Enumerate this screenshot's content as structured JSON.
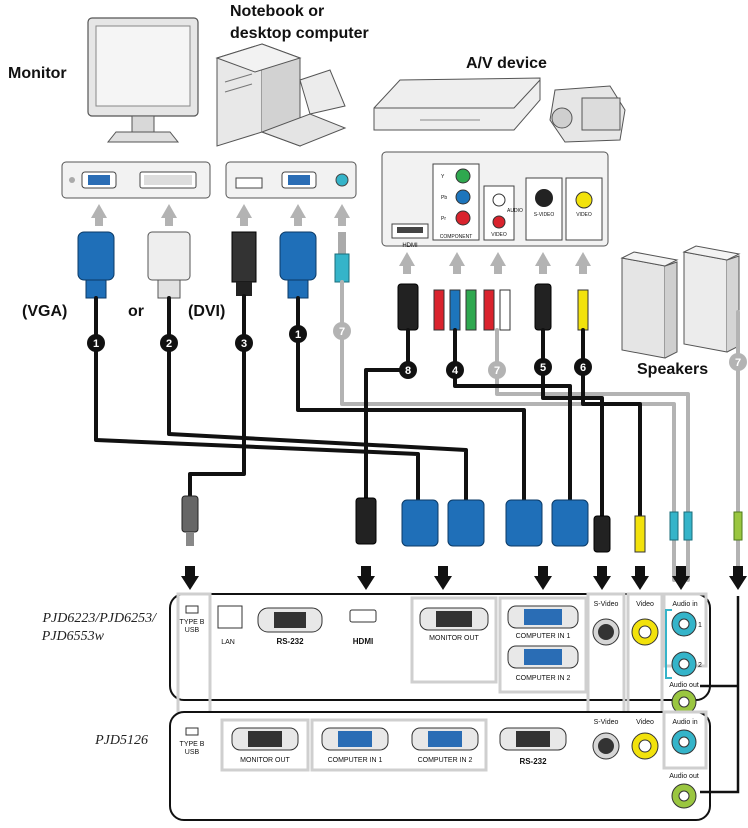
{
  "labels": {
    "monitor": "Monitor",
    "computer_line1": "Notebook or",
    "computer_line2": "desktop computer",
    "av_device": "A/V device",
    "speakers": "Speakers",
    "vga": "(VGA)",
    "or": "or",
    "dvi": "(DVI)"
  },
  "models": {
    "top": [
      "PJD6223/PJD6253/",
      "PJD6553w"
    ],
    "bottom": "PJD5126"
  },
  "av_panel": {
    "hdmi": "HDMI",
    "component": "COMPONENT",
    "audio": "AUDIO",
    "video": "VIDEO",
    "s_video": "S-VIDEO",
    "video2": "VIDEO",
    "y": "Y",
    "pb": "Pb",
    "pr": "Pr"
  },
  "projector_top": {
    "type_b_usb": [
      "TYPE B",
      "USB"
    ],
    "lan": "LAN",
    "rs232": "RS-232",
    "hdmi": "HDMI",
    "monitor_out": "MONITOR OUT",
    "computer_in_1": "COMPUTER IN 1",
    "computer_in_2": "COMPUTER IN 2",
    "s_video": "S-Video",
    "video": "Video",
    "audio_in": "Audio in",
    "audio_out": "Audio out",
    "jack1": "1",
    "jack2": "2"
  },
  "projector_bottom": {
    "type_b_usb": [
      "TYPE B",
      "USB"
    ],
    "monitor_out": "MONITOR OUT",
    "computer_in_1": "COMPUTER IN 1",
    "computer_in_2": "COMPUTER IN 2",
    "rs232": "RS-232",
    "s_video": "S-Video",
    "video": "Video",
    "audio_in": "Audio in",
    "audio_out": "Audio out"
  },
  "cable_numbers": {
    "c1a": "1",
    "c2": "2",
    "c3": "3",
    "c1b": "1",
    "c7a": "7",
    "c8": "8",
    "c4": "4",
    "c7b": "7",
    "c5": "5",
    "c6": "6",
    "c7c": "7"
  },
  "colors": {
    "vga_blue": "#1f6fb8",
    "cable_black": "#111111",
    "cable_gray": "#b3b3b3",
    "rca_red": "#d9232d",
    "rca_green": "#2fa84f",
    "rca_blue": "#1d75bc",
    "rca_yellow": "#f2e20c",
    "audio_cyan": "#35b4c9",
    "audio_green": "#9ac640"
  }
}
